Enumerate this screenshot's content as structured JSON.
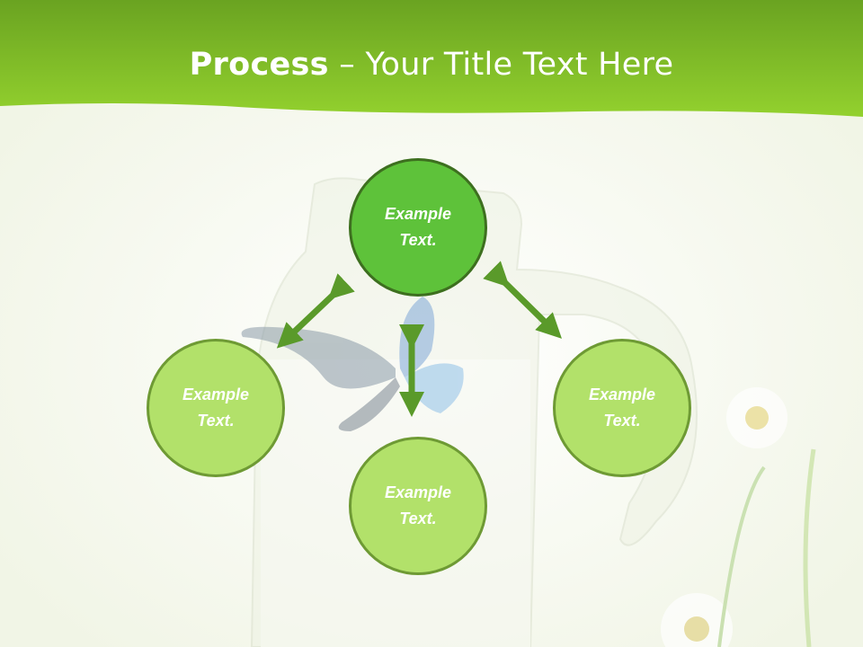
{
  "slide": {
    "title_bold": "Process",
    "title_rest": " – Your Title Text Here"
  },
  "nodes": {
    "top": {
      "line1": "Example",
      "line2": "Text."
    },
    "left": {
      "line1": "Example",
      "line2": "Text."
    },
    "right": {
      "line1": "Example",
      "line2": "Text."
    },
    "bottom": {
      "line1": "Example",
      "line2": "Text."
    }
  },
  "colors": {
    "header_green": "#8ccf2a",
    "center_fill": "#5ec23a",
    "outer_fill": "#b2e16a",
    "arrow": "#5a9a2a"
  }
}
